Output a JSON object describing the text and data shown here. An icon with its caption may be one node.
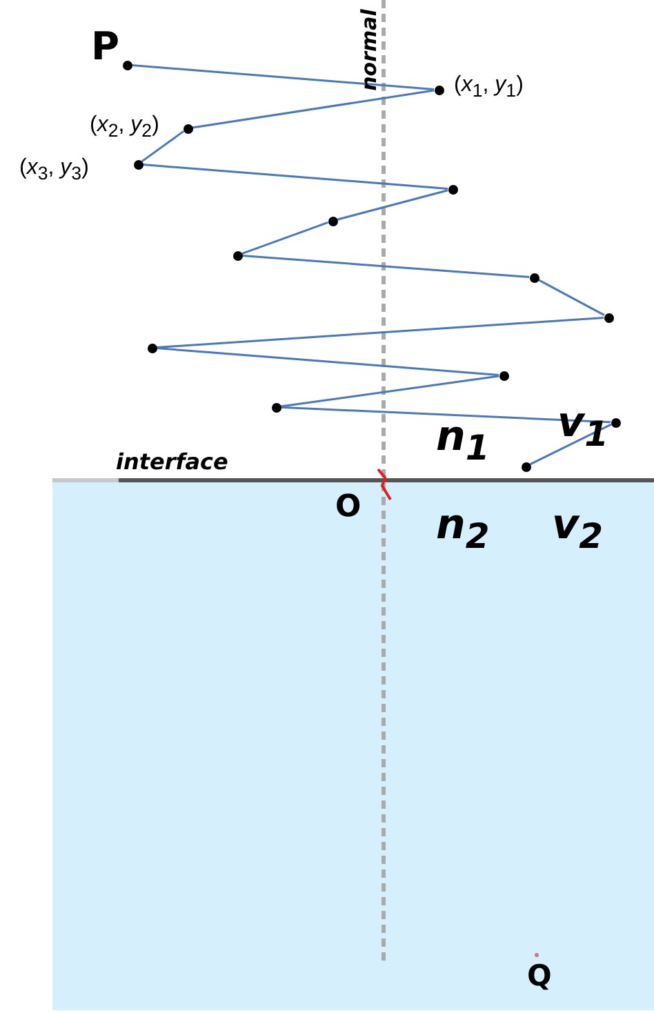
{
  "diagram": {
    "nodes": [
      {
        "text": [
          "P"
        ]
      },
      {
        "text": [
          "(*x*$_{1}$, *y*$_{1}$)"
        ]
      },
      {
        "text": [
          "(*x*$_{2}$, *y*$_{2}$)"
        ]
      },
      {
        "text": [
          "(*x*$_{3}$, *y*$_{3}$)"
        ]
      },
      {
        "text": [],
        "shape": "circle"
      },
      {
        "text": [],
        "shape": "circle"
      },
      {
        "text": [],
        "shape": "circle"
      },
      {
        "text": [],
        "shape": "circle"
      },
      {
        "text": [],
        "shape": "circle"
      },
      {
        "text": [],
        "shape": "circle"
      },
      {
        "text": [],
        "shape": "circle"
      },
      {
        "text": [],
        "shape": "circle"
      },
      {
        "text": [],
        "shape": "circle"
      },
      {
        "text": [],
        "shape": "circle"
      }
    ],
    "edges": [
      {
        "from": 0,
        "to": 1,
        "arrow": "none"
      },
      {
        "from": 1,
        "to": 2,
        "arrow": "none"
      },
      {
        "from": 2,
        "to": 3,
        "arrow": "none"
      },
      {
        "from": 3,
        "to": 4,
        "arrow": "none"
      },
      {
        "from": 4,
        "to": 5,
        "arrow": "none"
      },
      {
        "from": 5,
        "to": 6,
        "arrow": "none"
      },
      {
        "from": 6,
        "to": 7,
        "arrow": "none"
      },
      {
        "from": 7,
        "to": 8,
        "arrow": "none"
      },
      {
        "from": 8,
        "to": 9,
        "arrow": "none"
      },
      {
        "from": 9,
        "to": 10,
        "arrow": "none"
      },
      {
        "from": 10,
        "to": 11,
        "arrow": "none"
      },
      {
        "from": 11,
        "to": 12,
        "arrow": "none"
      },
      {
        "from": 12,
        "to": 13,
        "arrow": "none"
      }
    ],
    "labels": [
      "normal",
      "n$_{1}$",
      "v$_{1}$",
      "interface",
      "O",
      "n$_{2}$",
      "v$_{2}$",
      "Q"
    ]
  }
}
